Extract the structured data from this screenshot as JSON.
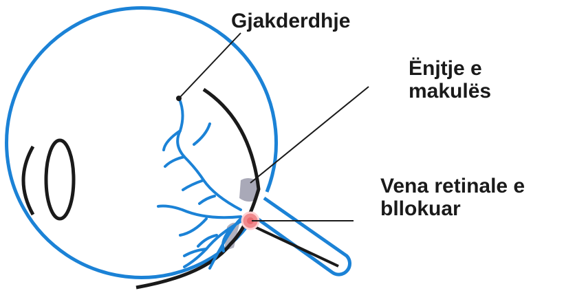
{
  "labels": {
    "hemorrhage": [
      "Gjakderdhje"
    ],
    "macular_edema": [
      "Ënjtje e",
      "makulës"
    ],
    "blocked_vein": [
      "Vena retinale e",
      "bllokuar"
    ]
  },
  "colors": {
    "eye_outline": "#1b82d6",
    "vessels": "#1b82d6",
    "retina_lens": "#1a1a1a",
    "edema_area": "#a9a9b8",
    "blockage": "#f08a8e",
    "leader_lines": "#1a1a1a"
  },
  "icons": [
    "eyeball-cross-section",
    "optic-nerve",
    "retinal-vessels",
    "lens",
    "cornea"
  ]
}
